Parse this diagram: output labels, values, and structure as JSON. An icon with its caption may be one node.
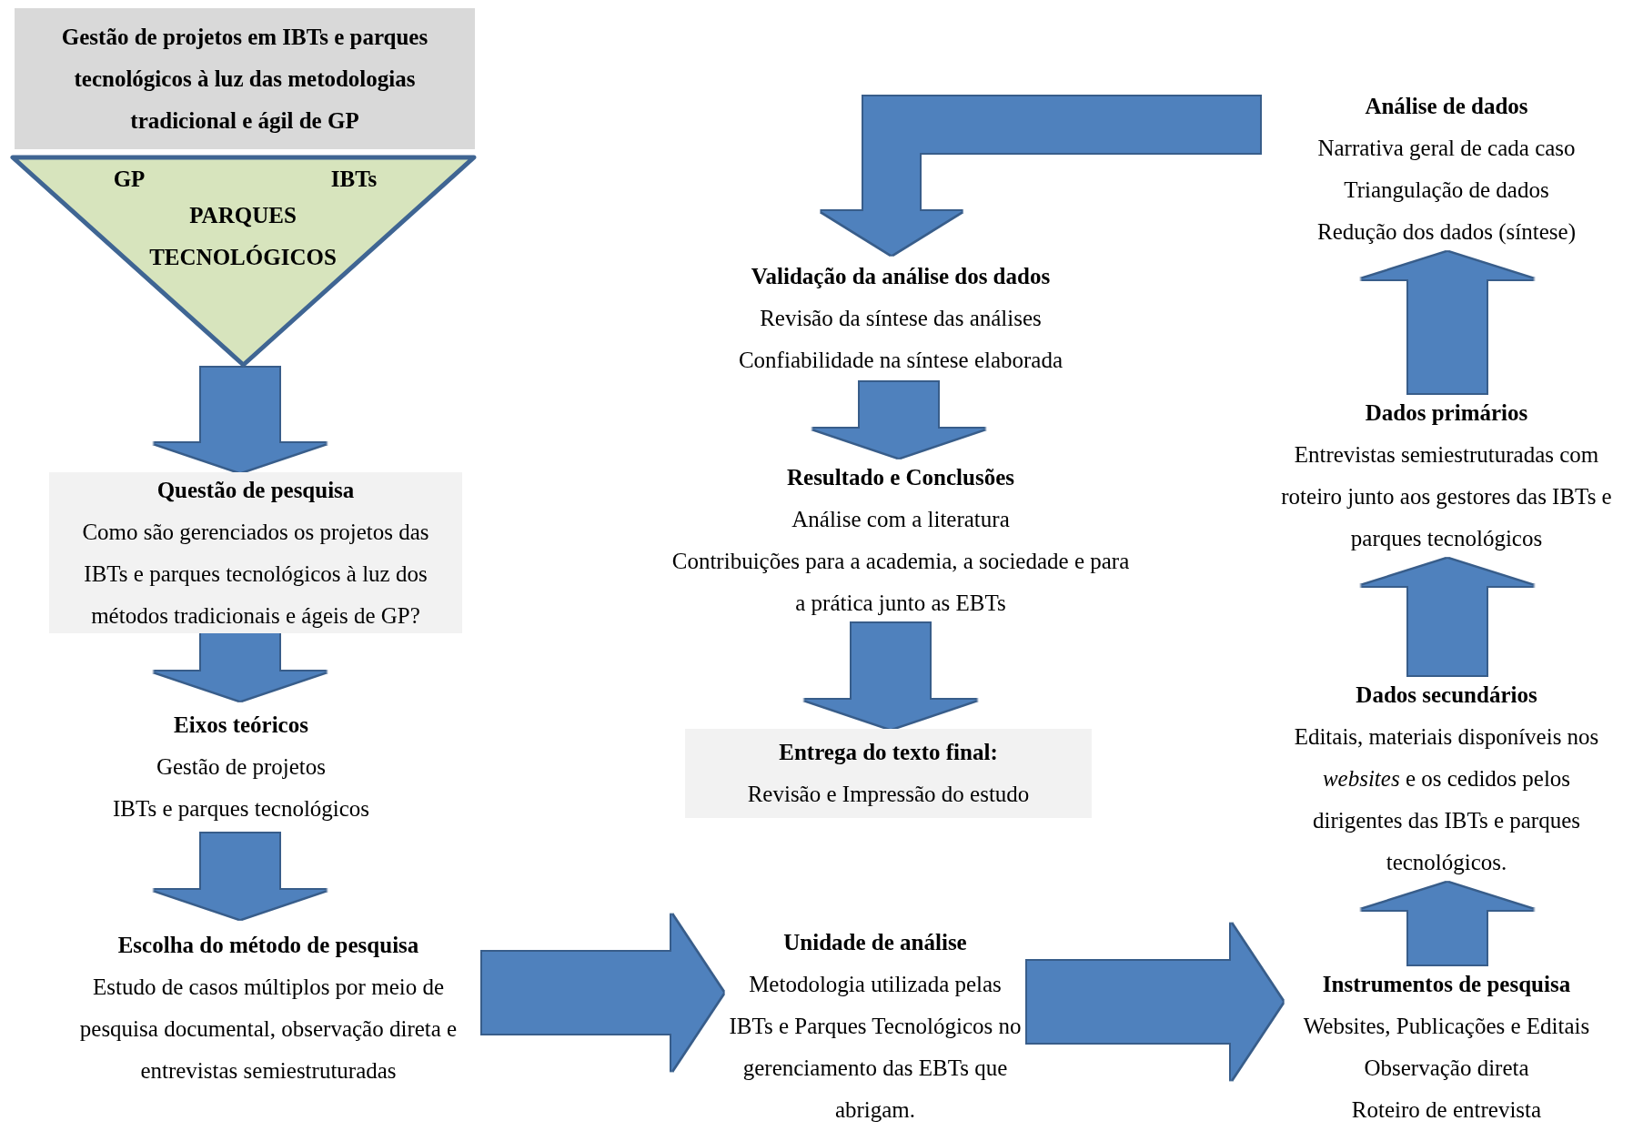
{
  "diagram": {
    "nodes": [
      {
        "text": [
          "Gestão de projetos em IBTs e parques tecnológicos à luz das metodologias tradicional e ágil de GP"
        ]
      },
      {
        "text": [
          "GP",
          "IBTs",
          "PARQUES TECNOLÓGICOS"
        ]
      },
      {
        "text": [
          "Questão de pesquisa",
          "Como são gerenciados os projetos das IBTs e parques tecnológicos à luz dos métodos tradicionais e ágeis de GP?"
        ]
      },
      {
        "text": [
          "Eixos teóricos",
          "Gestão de projetos",
          "IBTs e parques tecnológicos"
        ]
      },
      {
        "text": [
          "Escolha do método de pesquisa",
          "Estudo de casos múltiplos por meio de pesquisa documental, observação direta e entrevistas semiestruturadas"
        ]
      },
      {
        "text": [
          "Unidade de análise",
          "Metodologia utilizada pelas IBTs e Parques Tecnológicos no gerenciamento das EBTs que abrigam."
        ]
      },
      {
        "text": [
          "Instrumentos de pesquisa",
          "Websites, Publicações e Editais",
          "Observação direta",
          "Roteiro de entrevista"
        ]
      },
      {
        "text": [
          "Dados secundários",
          "Editais, materiais disponíveis nos *websites* e os cedidos pelos dirigentes das IBTs e parques tecnológicos."
        ]
      },
      {
        "text": [
          "Dados primários",
          "Entrevistas semiestruturadas com roteiro junto aos gestores das IBTs e parques tecnológicos"
        ]
      },
      {
        "text": [
          "Análise de dados",
          "Narrativa geral de cada caso",
          "Triangulação de dados",
          "Redução dos dados (síntese)"
        ]
      },
      {
        "text": [
          "Validação da análise dos dados",
          "Revisão da síntese das análises",
          "Confiabilidade na síntese elaborada"
        ]
      },
      {
        "text": [
          "Resultado e Conclusões",
          "Análise com a literatura",
          "Contribuições para a academia, a sociedade e para a prática junto as EBTs"
        ]
      },
      {
        "text": [
          "Entrega do texto final:",
          "Revisão e Impressão do estudo"
        ]
      }
    ],
    "edges": [
      {
        "from": 1,
        "to": 2,
        "arrow": "to"
      },
      {
        "from": 2,
        "to": 3,
        "arrow": "to"
      },
      {
        "from": 3,
        "to": 4,
        "arrow": "to"
      },
      {
        "from": 4,
        "to": 5,
        "arrow": "to"
      },
      {
        "from": 5,
        "to": 6,
        "arrow": "to"
      },
      {
        "from": 6,
        "to": 7,
        "arrow": "to"
      },
      {
        "from": 7,
        "to": 8,
        "arrow": "to"
      },
      {
        "from": 8,
        "to": 9,
        "arrow": "to"
      },
      {
        "from": 9,
        "to": 10,
        "arrow": "to"
      },
      {
        "from": 10,
        "to": 11,
        "arrow": "to"
      },
      {
        "from": 11,
        "to": 12,
        "arrow": "to"
      }
    ]
  }
}
